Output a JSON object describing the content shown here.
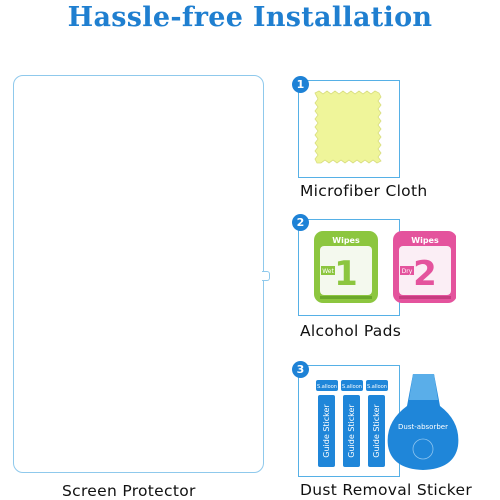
{
  "title": "Hassle-free Installation",
  "items": [
    {
      "number": "1",
      "label": "Microfiber Cloth"
    },
    {
      "number": "2",
      "label": "Alcohol Pads",
      "pads": [
        {
          "header": "Wipes",
          "number": "1",
          "tag": "Wet"
        },
        {
          "header": "Wipes",
          "number": "2",
          "tag": "Dry"
        }
      ]
    },
    {
      "number": "3",
      "label": "Dust Removal Sticker",
      "sticker_text": "Guide Sticker",
      "logo_text": "S.alloon",
      "absorber_text": "Dust-absorber"
    }
  ],
  "protector_label": "Screen Protector",
  "colors": {
    "accent": "#1f7fd0",
    "cloth": "#eff59a",
    "pad_green": "#8cc63f",
    "pad_pink": "#e4539d",
    "sticker_blue": "#1f86d9"
  }
}
